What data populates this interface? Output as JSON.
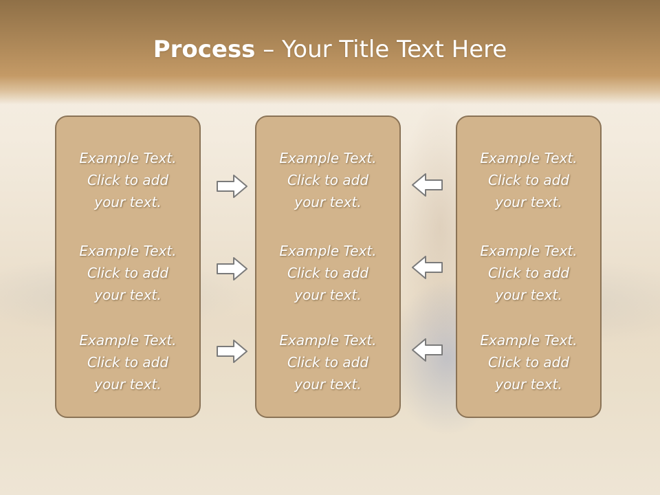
{
  "slide": {
    "title_bold": "Process",
    "title_rest": " – Your Title Text Here"
  },
  "placeholder": {
    "line1": "Example Text.",
    "line2": "Click  to add",
    "line3": "your text."
  },
  "icons": {
    "right_arrows": "arrow-right-outline",
    "left_arrows": "arrow-left-outline"
  },
  "colors": {
    "title_band": "#b08a5a",
    "box_fill": "#d2b48c",
    "box_border": "#8a7356",
    "text": "#ffffff"
  }
}
